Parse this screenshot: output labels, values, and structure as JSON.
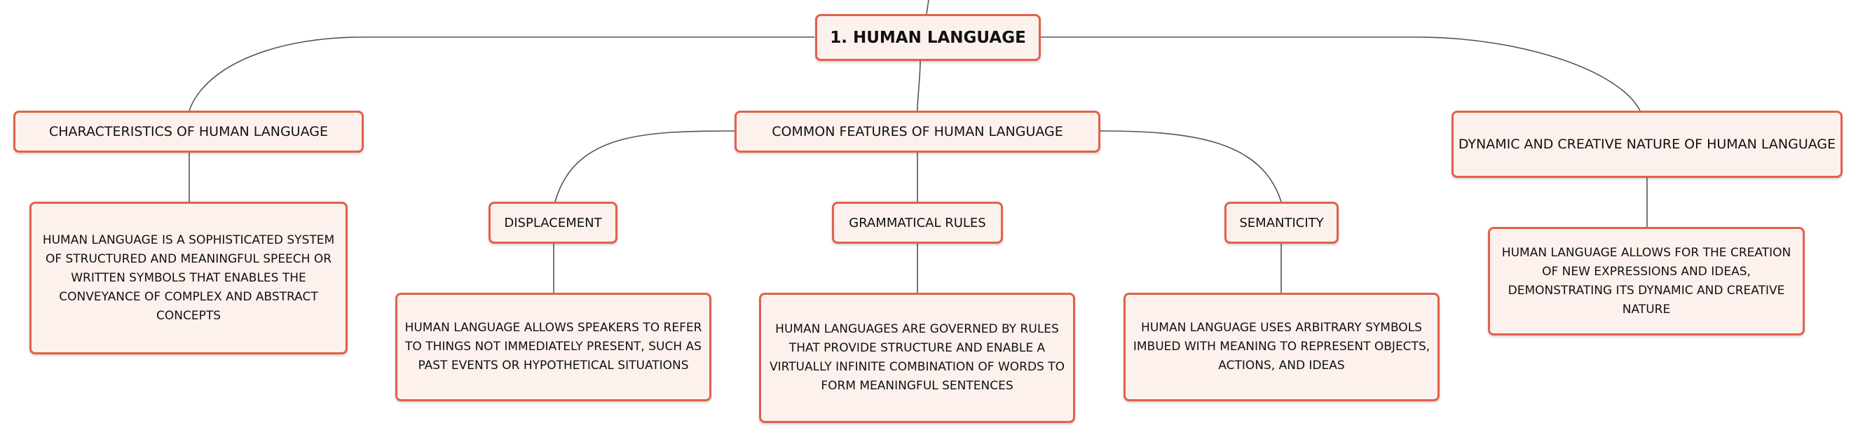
{
  "root": {
    "label": "1. HUMAN LANGUAGE"
  },
  "characteristics": {
    "label": "CHARACTERISTICS OF HUMAN LANGUAGE",
    "description": "HUMAN LANGUAGE IS A SOPHISTICATED SYSTEM OF STRUCTURED AND MEANINGFUL SPEECH OR WRITTEN SYMBOLS THAT ENABLES THE CONVEYANCE OF COMPLEX AND ABSTRACT CONCEPTS"
  },
  "common_features": {
    "label": "COMMON FEATURES OF HUMAN LANGUAGE",
    "displacement": {
      "label": "DISPLACEMENT",
      "description": "HUMAN LANGUAGE ALLOWS SPEAKERS TO REFER TO THINGS NOT IMMEDIATELY PRESENT, SUCH AS PAST EVENTS OR HYPOTHETICAL SITUATIONS"
    },
    "grammatical_rules": {
      "label": "GRAMMATICAL RULES",
      "description": "HUMAN LANGUAGES ARE GOVERNED BY RULES THAT PROVIDE STRUCTURE AND ENABLE A VIRTUALLY INFINITE COMBINATION OF WORDS TO FORM MEANINGFUL SENTENCES"
    },
    "semanticity": {
      "label": "SEMANTICITY",
      "description": "HUMAN LANGUAGE USES ARBITRARY SYMBOLS IMBUED WITH MEANING TO REPRESENT OBJECTS, ACTIONS, AND IDEAS"
    }
  },
  "dynamic": {
    "label": "DYNAMIC AND CREATIVE NATURE OF HUMAN LANGUAGE",
    "description": "HUMAN LANGUAGE ALLOWS FOR THE CREATION OF NEW EXPRESSIONS AND IDEAS, DEMONSTRATING ITS DYNAMIC AND CREATIVE NATURE"
  },
  "colors": {
    "border": "#e2614b",
    "fill": "#fdf1ed",
    "line": "#555555"
  }
}
